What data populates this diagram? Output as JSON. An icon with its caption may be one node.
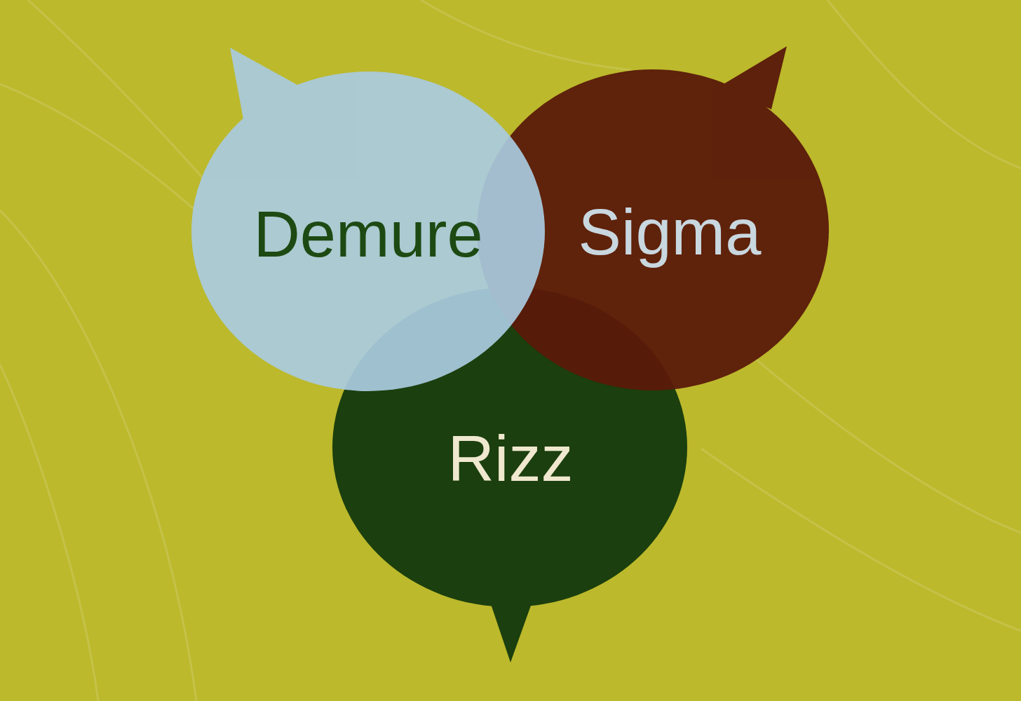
{
  "diagram": {
    "nodes": [
      {
        "text": [
          "Demure"
        ]
      },
      {
        "text": [
          "Sigma"
        ]
      },
      {
        "text": [
          "Rizz"
        ]
      }
    ]
  }
}
